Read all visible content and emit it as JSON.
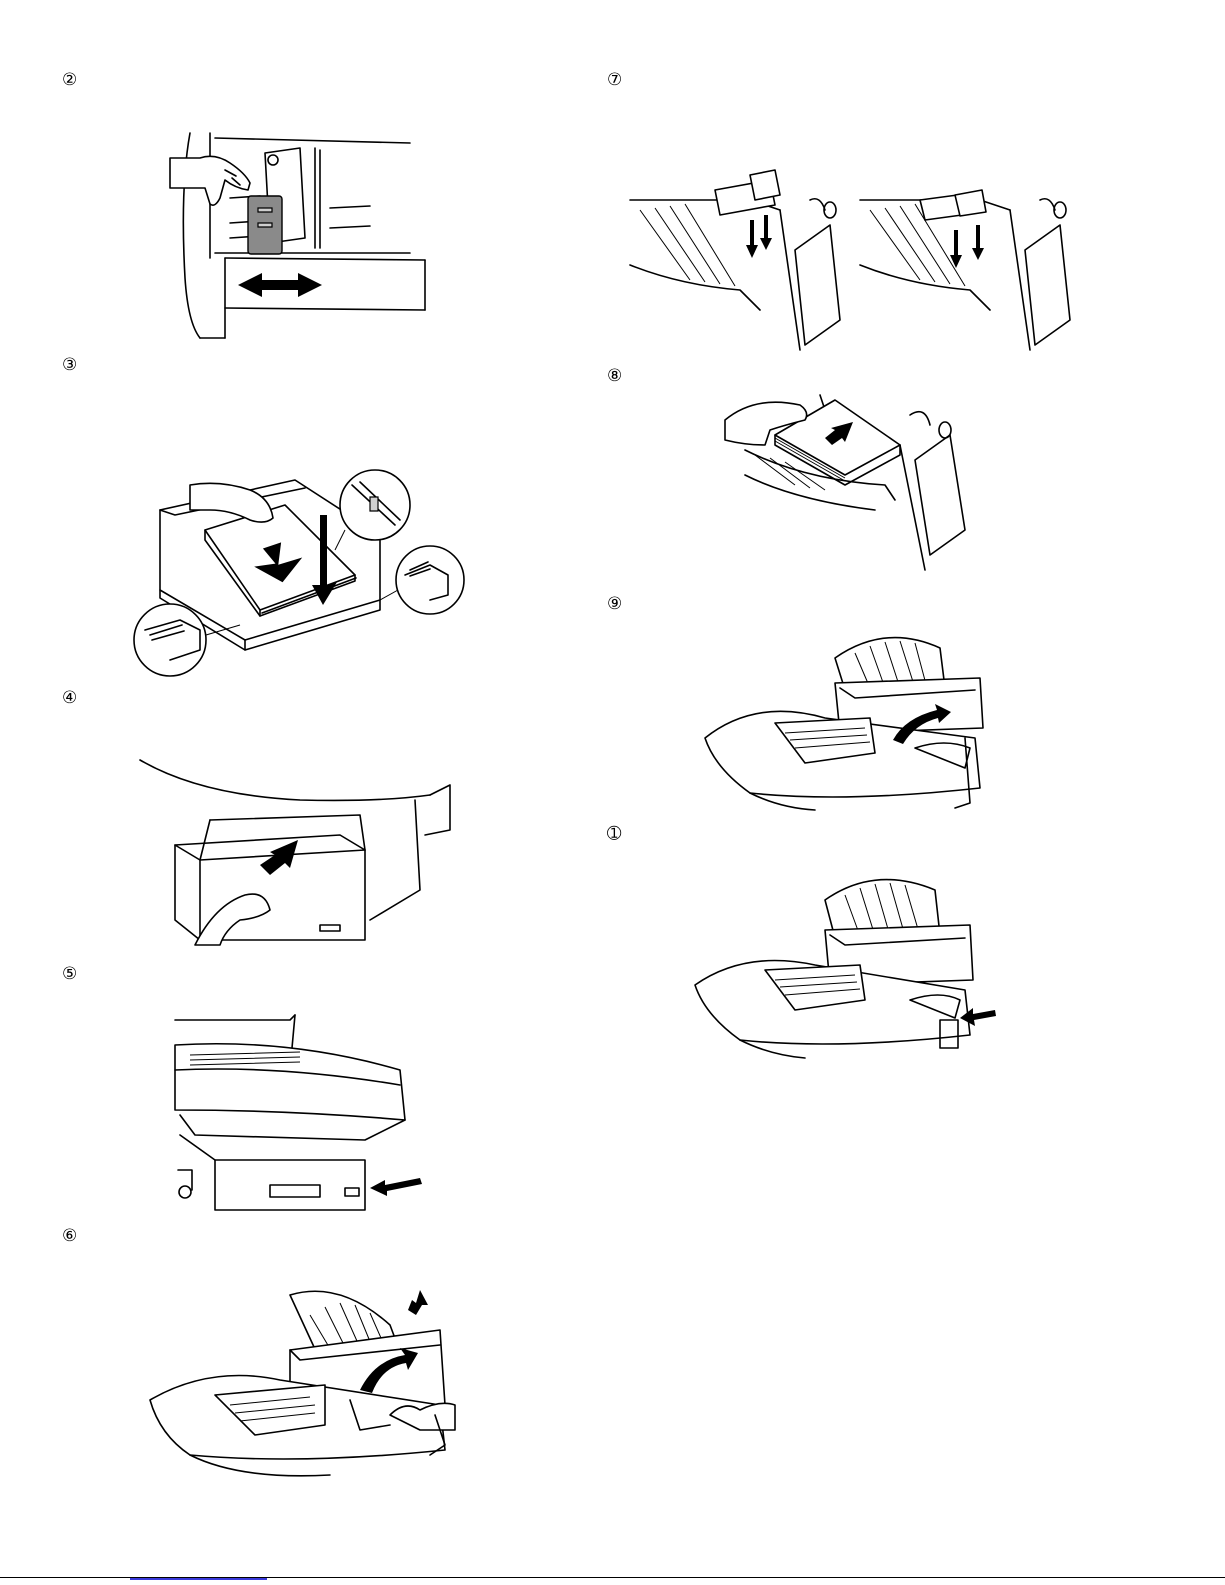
{
  "steps": [
    {
      "number": "②"
    },
    {
      "number": "③"
    },
    {
      "number": "④"
    },
    {
      "number": "⑤"
    },
    {
      "number": "⑥"
    },
    {
      "number": "⑦"
    },
    {
      "number": "⑧"
    },
    {
      "number": "⑨"
    },
    {
      "number": "➀"
    }
  ],
  "colors": {
    "ink": "#000000",
    "paper": "#ffffff",
    "link": "#3a3adc"
  }
}
